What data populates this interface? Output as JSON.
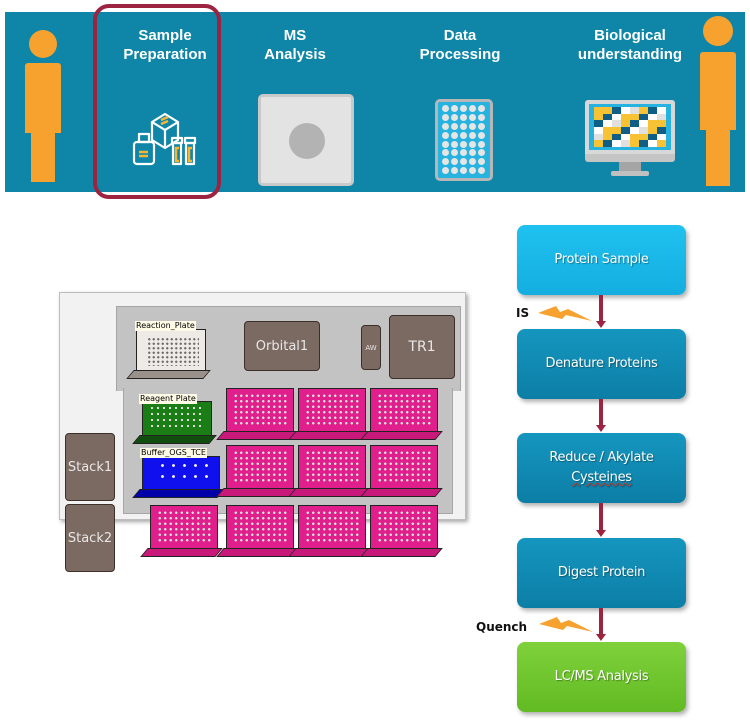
{
  "banner": {
    "background_color": "#0f86a8",
    "highlight_color": "#9c2441",
    "person_color": "#f7a12f",
    "stages": [
      {
        "label": "Sample\nPreparation",
        "icon": "sample-prep-kit-icon",
        "highlighted": true
      },
      {
        "label": "MS\nAnalysis",
        "icon": "ms-instrument-icon",
        "highlighted": false
      },
      {
        "label": "Data\nProcessing",
        "icon": "well-plate-icon",
        "highlighted": false
      },
      {
        "label": "Biological\nunderstanding",
        "icon": "monitor-heatmap-icon",
        "highlighted": false
      }
    ]
  },
  "deck": {
    "modules": {
      "orbital": "Orbital1",
      "aw": "AW",
      "tr1": "TR1",
      "stack1": "Stack1",
      "stack2": "Stack2"
    },
    "plates": {
      "reaction": "Reaction_Plate",
      "reagent": "Reagent Plate",
      "buffer": "Buffer_OGS_TCE"
    },
    "colors": {
      "sample_plates": "#e01f8c",
      "reagent_plate": "#1a7d15",
      "buffer_plate": "#1010ee",
      "modules": "#7b6a62"
    }
  },
  "flowchart": {
    "steps": [
      {
        "label": "Protein Sample",
        "color": "#1fc1ef"
      },
      {
        "label": "Denature Proteins",
        "color": "#1596bf"
      },
      {
        "label_line1": "Reduce / Akylate",
        "label_line2": "Cysteines",
        "color": "#1596bf"
      },
      {
        "label": "Digest Protein",
        "color": "#1596bf"
      },
      {
        "label": "LC/MS Analysis",
        "color": "#7fd13b"
      }
    ],
    "annotations": [
      {
        "label": "IS",
        "between": "Protein Sample → Denature Proteins"
      },
      {
        "label": "Quench",
        "between": "Digest Protein → LC/MS Analysis"
      }
    ],
    "arrow_color": "#9c2441"
  }
}
